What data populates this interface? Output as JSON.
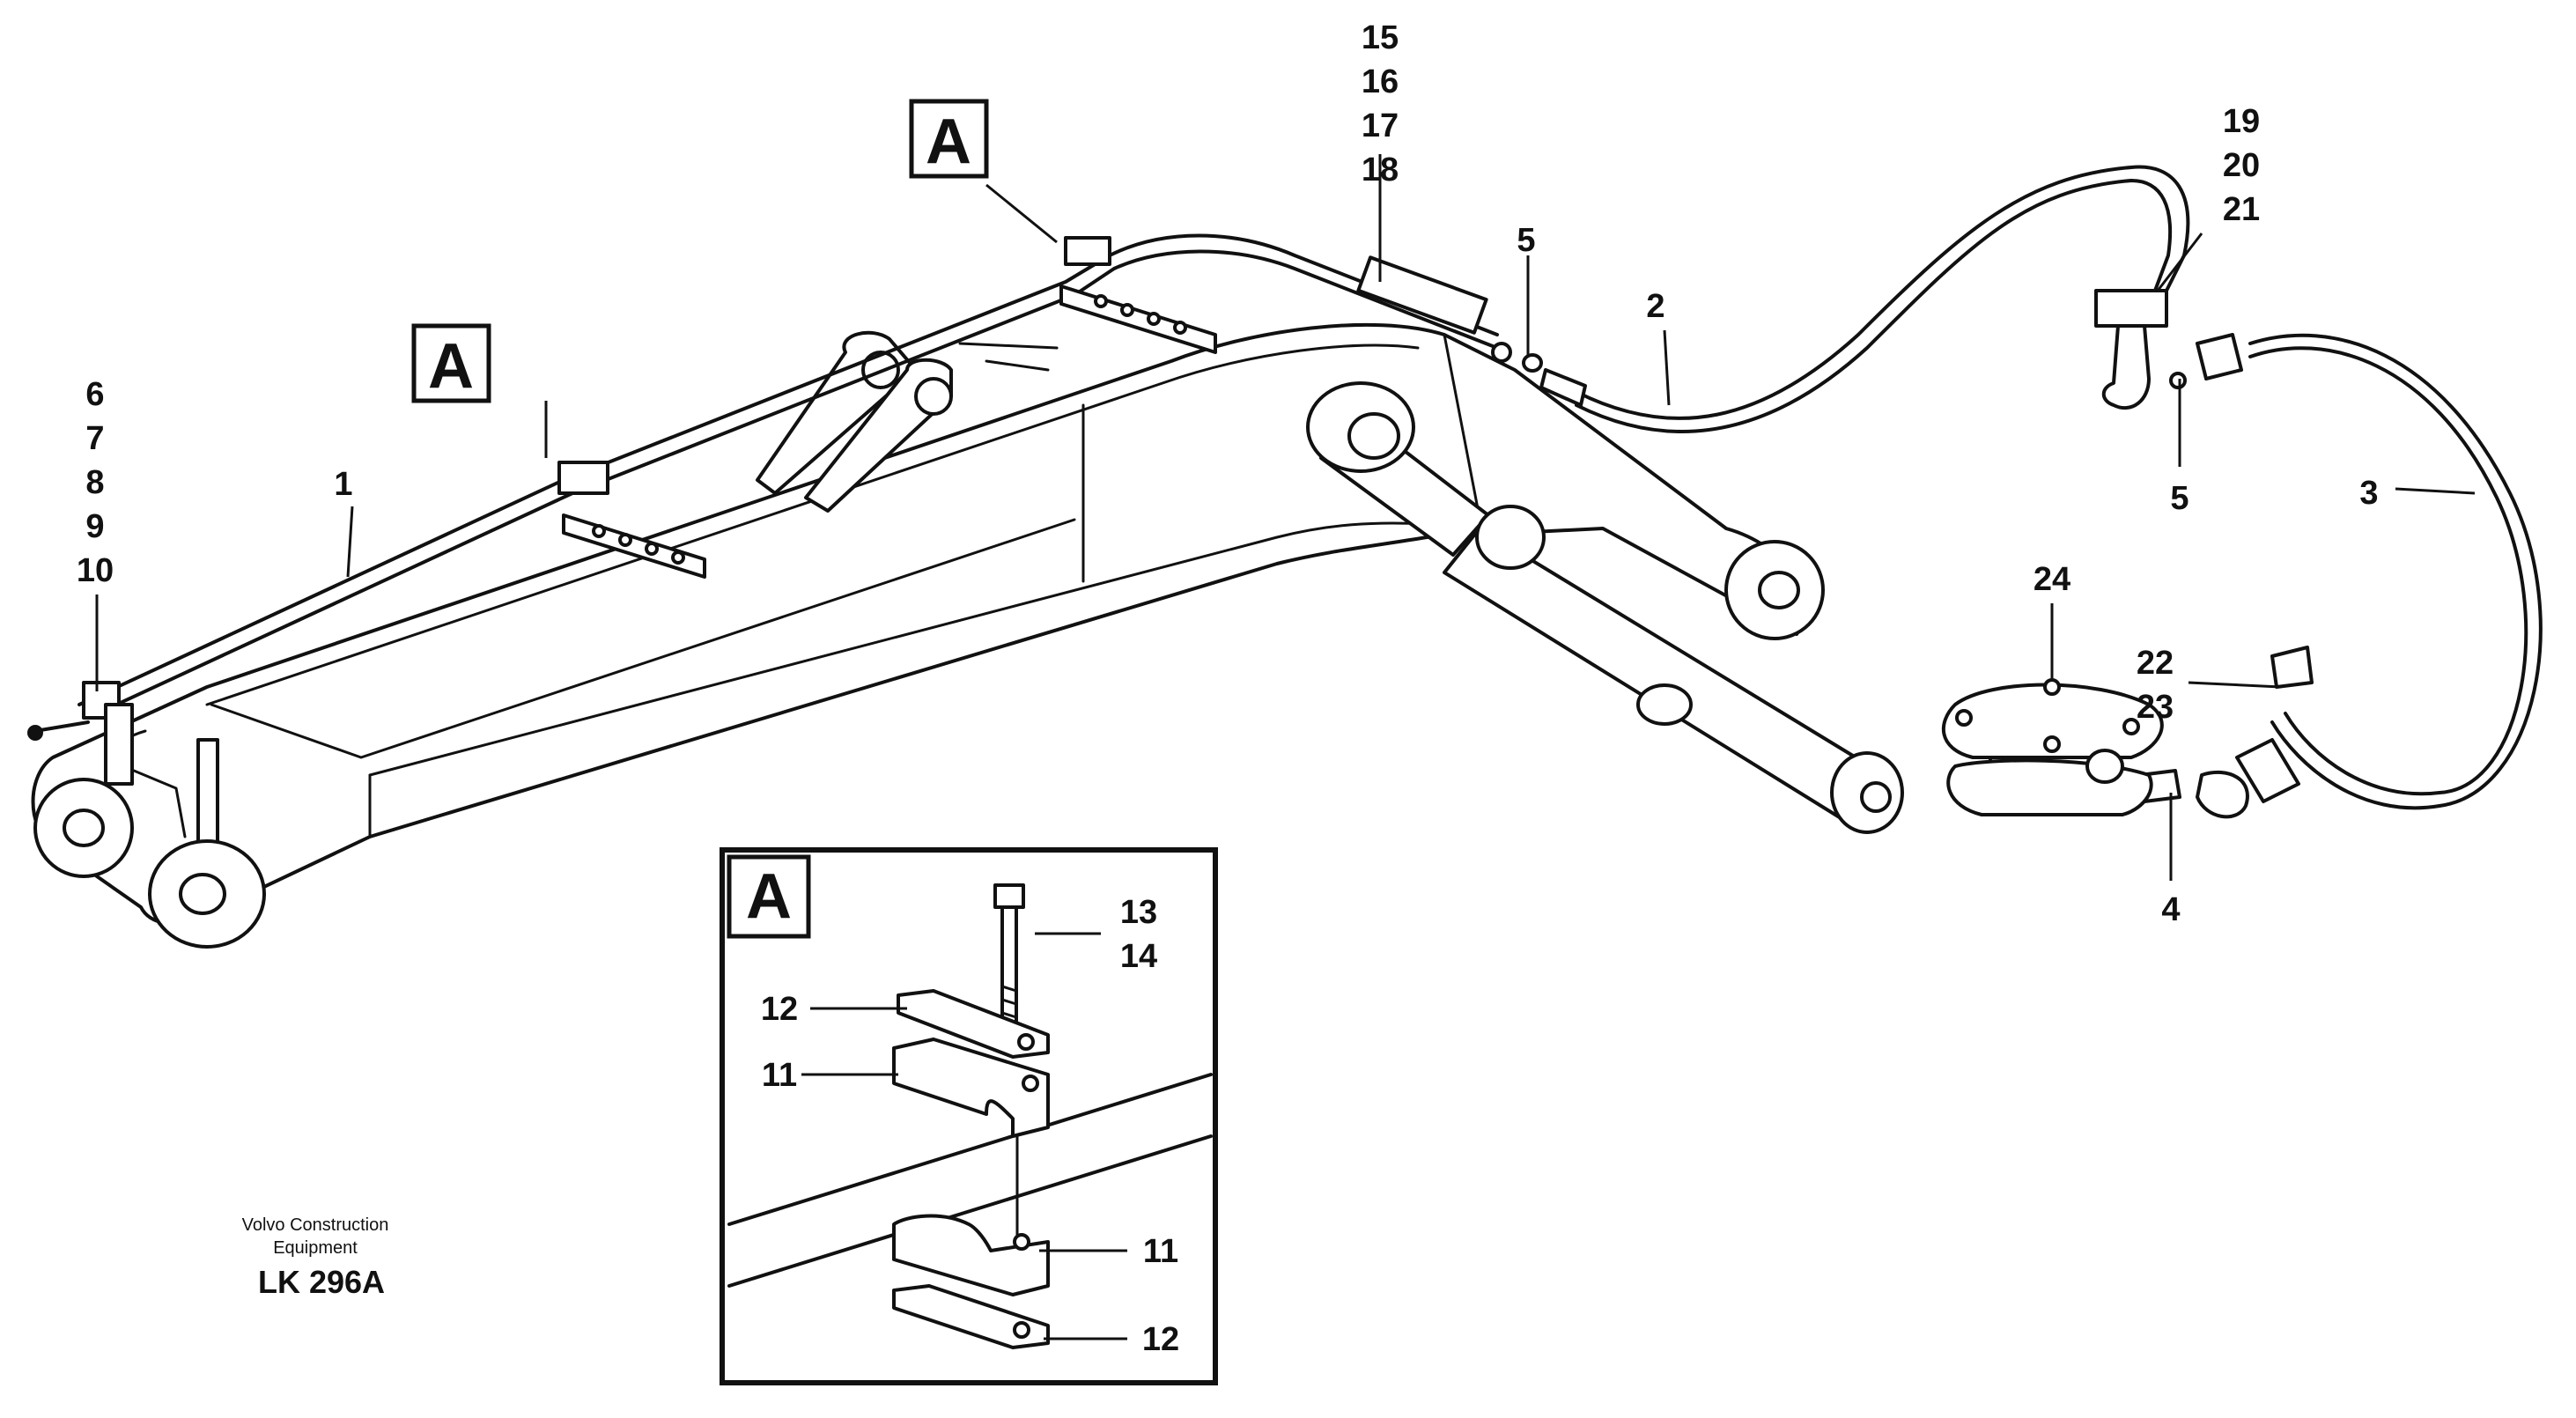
{
  "callouts": {
    "c1": "1",
    "c2": "2",
    "c3": "3",
    "c4": "4",
    "c5a": "5",
    "c5b": "5",
    "c6": "6",
    "c7": "7",
    "c8": "8",
    "c9": "9",
    "c10": "10",
    "c11a": "11",
    "c11b": "11",
    "c12a": "12",
    "c12b": "12",
    "c13": "13",
    "c14": "14",
    "c15": "15",
    "c16": "16",
    "c17": "17",
    "c18": "18",
    "c19": "19",
    "c20": "20",
    "c21": "21",
    "c22": "22",
    "c23": "23",
    "c24": "24"
  },
  "detail_refs": {
    "ref1": "A",
    "ref2": "A",
    "inset": "A"
  },
  "caption": {
    "line1": "Volvo Construction",
    "line2": "Equipment",
    "code": "LK 296A"
  }
}
